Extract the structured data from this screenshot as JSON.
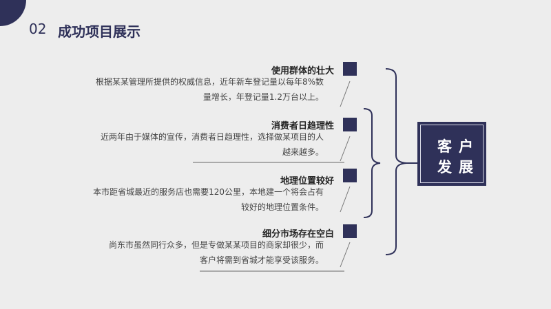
{
  "header": {
    "number": "02",
    "title": "成功项目展示"
  },
  "items": [
    {
      "title": "使用群体的壮大",
      "lines": [
        "根据某某管理所提供的权威信息，近年新车登记量以每年8%数",
        "量增长，年登记量1.2万台以上。"
      ]
    },
    {
      "title": "消费者日趋理性",
      "lines": [
        "近两年由于媒体的宣传，消费者日趋理性，选择做某项目的人",
        "越来越多。"
      ]
    },
    {
      "title": "地理位置较好",
      "lines": [
        "本市距省城最近的服务店也需要120公里，本地建一个将会占有",
        "较好的地理位置条件。"
      ]
    },
    {
      "title": "细分市场存在空白",
      "lines": [
        "尚东市虽然同行众多，但是专做某某项目的商家却很少，而",
        "客户将需到省城才能享受该服务。"
      ]
    }
  ],
  "customer_box": {
    "line1": "客户",
    "line2": "发展"
  },
  "colors": {
    "accent": "#2f3159",
    "background": "#ededed"
  }
}
